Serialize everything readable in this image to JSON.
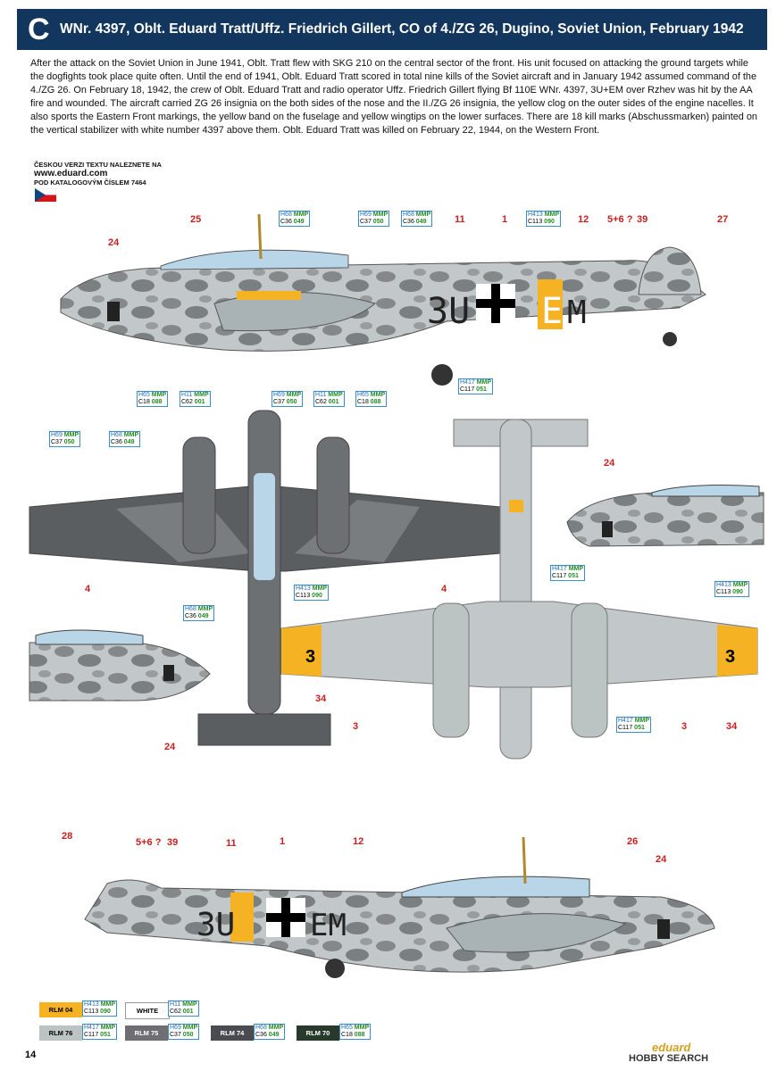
{
  "header": {
    "letter": "C",
    "title": "WNr. 4397, Oblt. Eduard Tratt/Uffz. Friedrich Gillert, CO of 4./ZG 26, Dugino, Soviet Union, February 1942"
  },
  "description": "After the attack on the Soviet Union in June 1941, Oblt. Tratt flew with SKG 210 on the central sector of the front. His unit focused on attacking the ground targets while the dogfights took place quite often. Until the end of 1941, Oblt. Eduard Tratt scored in total nine kills of the Soviet aircraft and in January 1942 assumed command of the 4./ZG 26. On February 18, 1942, the crew of Oblt. Eduard Tratt and radio operator Uffz. Friedrich Gillert flying Bf 110E WNr. 4397, 3U+EM over Rzhev was hit by the AA fire and wounded. The aircraft carried ZG 26 insignia on the both sides of the nose and the II./ZG 26 insignia, the yellow clog on the outer sides of the engine nacelles. It also sports the Eastern Front markings, the yellow band on the fuselage and yellow wingtips on the lower surfaces. There are 18 kill marks (Abschussmarken) painted on the vertical stabilizer with white number 4397 above them. Oblt. Eduard Tratt was killed on February 22, 1944, on the Western Front.",
  "czech_note": {
    "line1": "ČESKOU VERZI TEXTU NALEZNETE NA",
    "url": "www.eduard.com",
    "line2": "POD KATALOGOVÝM ČÍSLEM 7464"
  },
  "aircraft": {
    "code_left": "3U",
    "code_right": "EM",
    "code_e": "E",
    "wing_digit": "3"
  },
  "callouts": {
    "c25": "25",
    "c24": "24",
    "c11": "11",
    "c1": "1",
    "c12": "12",
    "c56": "5+6 ?",
    "c39": "39",
    "c27": "27",
    "c4": "4",
    "c34": "34",
    "c3": "3",
    "c28": "28",
    "c26": "26"
  },
  "codes": {
    "h68": "H68",
    "c36": "C36",
    "n049": "049",
    "h69": "H69",
    "c37": "C37",
    "n050": "050",
    "h413": "H413",
    "c113": "C113",
    "n090": "090",
    "h417": "H417",
    "c117": "C117",
    "n051": "051",
    "h65": "H65",
    "c18": "C18",
    "n088": "088",
    "h11": "H11",
    "c62": "C62",
    "n001": "001",
    "mmp": "MMP"
  },
  "legend": [
    {
      "name": "RLM 04",
      "color": "#f5b324",
      "text_color": "#000",
      "h": "H413",
      "c": "C113",
      "n": "090"
    },
    {
      "name": "WHITE",
      "color": "#ffffff",
      "text_color": "#000",
      "h": "H11",
      "c": "C62",
      "n": "001"
    },
    {
      "name": "RLM 76",
      "color": "#bcc3c3",
      "text_color": "#000",
      "h": "H417",
      "c": "C117",
      "n": "051"
    },
    {
      "name": "RLM 75",
      "color": "#6f6e72",
      "text_color": "#fff",
      "h": "H69",
      "c": "C37",
      "n": "050"
    },
    {
      "name": "RLM 74",
      "color": "#4a4d4f",
      "text_color": "#fff",
      "h": "H68",
      "c": "C36",
      "n": "049"
    },
    {
      "name": "RLM 70",
      "color": "#273a2b",
      "text_color": "#fff",
      "h": "H65",
      "c": "C18",
      "n": "088"
    }
  ],
  "page_number": "14",
  "brand": "eduard",
  "watermark": "HOBBY SEARCH"
}
